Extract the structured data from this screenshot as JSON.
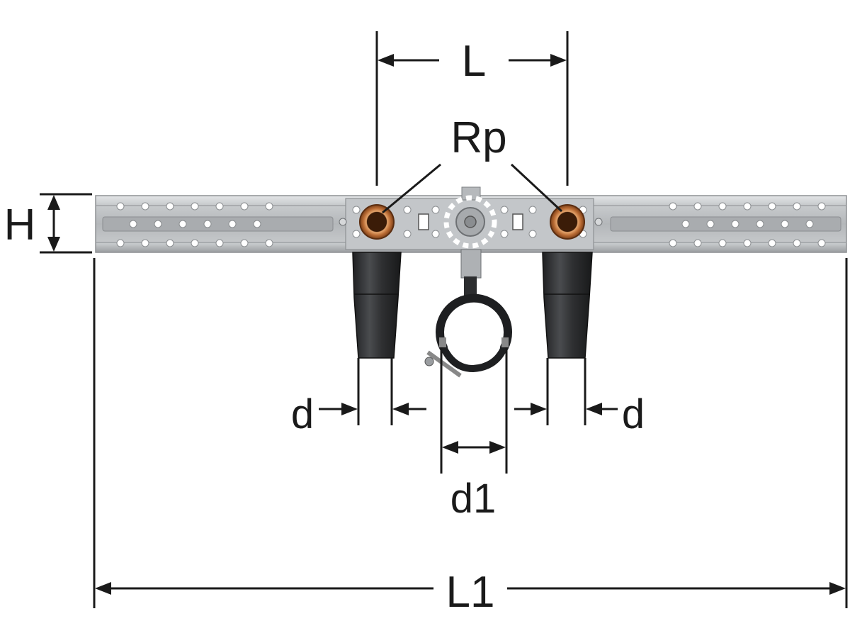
{
  "labels": {
    "L": "L",
    "Rp": "Rp",
    "H": "H",
    "d_left": "d",
    "d_right": "d",
    "d1": "d1",
    "L1": "L1"
  },
  "colors": {
    "line": "#1a1a1a",
    "rail": "#b9bcbf",
    "copper": "#c47b42",
    "plastic": "#2e2f31",
    "background": "#ffffff"
  }
}
